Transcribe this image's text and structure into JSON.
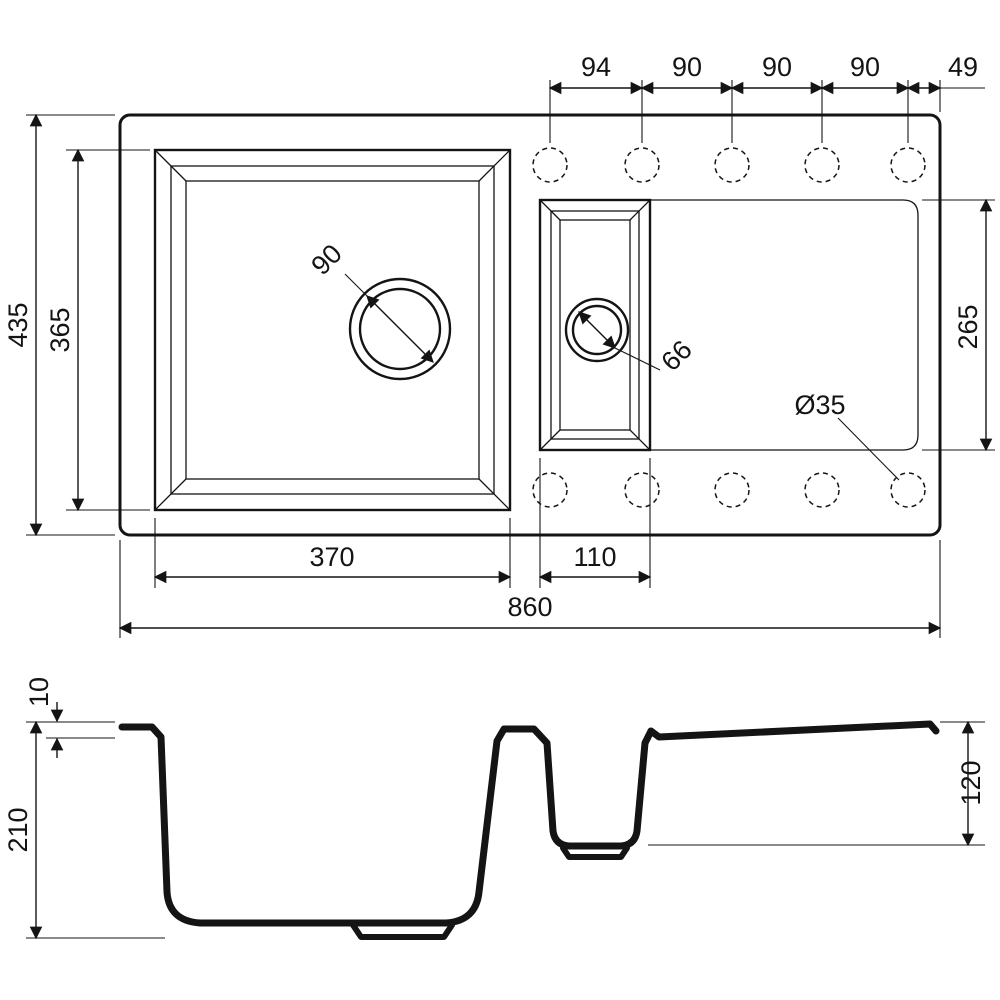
{
  "top_view": {
    "hole_spacings": [
      "94",
      "90",
      "90",
      "90",
      "49"
    ],
    "overall_height": "435",
    "main_bowl_height": "365",
    "right_area_height": "265",
    "main_drain_diameter": "90",
    "small_drain_diameter": "66",
    "faucet_hole_diameter": "Ø35",
    "main_bowl_width": "370",
    "small_bowl_width": "110",
    "overall_width": "860"
  },
  "section_view": {
    "rim_height": "10",
    "total_depth": "210",
    "right_depth": "120"
  }
}
